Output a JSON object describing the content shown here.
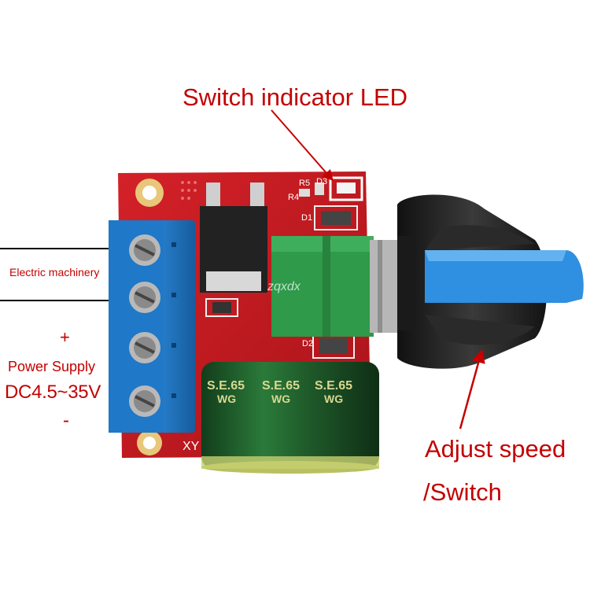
{
  "callouts": {
    "led": "Switch indicator LED",
    "motor": "Electric machinery",
    "plus": "+",
    "power_supply": "Power Supply",
    "voltage": "DC4.5~35V",
    "minus": "-",
    "adjust_line1": "Adjust speed",
    "adjust_line2": "/Switch"
  },
  "board_marks": {
    "cap_brand": "S.E.65",
    "cap_series": "WG",
    "watermark": "zqxdx",
    "r5": "R5",
    "r4": "R4",
    "d3": "D3",
    "d1": "D1",
    "d2": "D2",
    "xy": "XY"
  },
  "colors": {
    "label_red": "#c40000",
    "pcb_red": "#c8181e",
    "terminal_blue": "#1f78c8",
    "pot_green": "#2e9a4a",
    "knob_blue": "#2f8fe0",
    "cap_green": "#1f5a2a"
  }
}
